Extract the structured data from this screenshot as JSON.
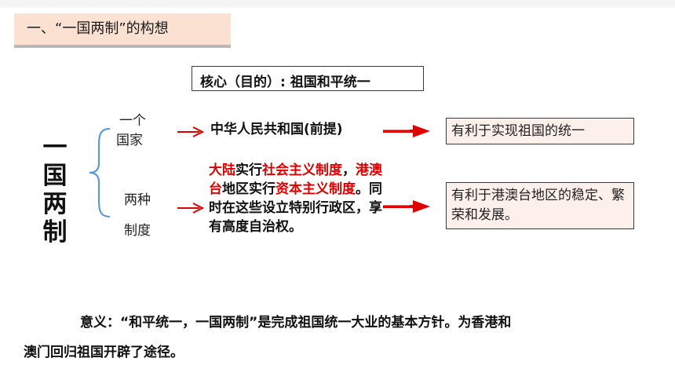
{
  "section": {
    "title": "一、“一国两制”的构想"
  },
  "core": {
    "text": "核心（目的）: 祖国和平统一"
  },
  "vertical_title": {
    "chars": [
      "一",
      "国",
      "两",
      "制"
    ]
  },
  "branches": {
    "country": {
      "line1": "一个",
      "line2": "国家"
    },
    "systems": {
      "line1": "两种",
      "line2": "制度"
    }
  },
  "premise": {
    "text": "中华人民共和国(前提)"
  },
  "policy": {
    "p1": "大陆",
    "p2": "实行",
    "p3": "社会主义制度",
    "p4": "，",
    "p5": "港澳台",
    "p6": "地区实行",
    "p7": "资本主义制度",
    "p8": "。同时在这些设立特别行政区，享有高度自治权。"
  },
  "results": {
    "r1": "有利于实现祖国的统一",
    "r2": "有利于港澳台地区的稳定、繁荣和发展。"
  },
  "meaning": {
    "line1": "意义：“和平统一，一国两制”是完成祖国统一大业的基本方针。为香港和",
    "line2": "澳门回归祖国开辟了途径。"
  },
  "colors": {
    "accent_red": "#e00000",
    "tab_fill": "#fbe1d2",
    "result_fill": "#fdf0ea",
    "brace_blue": "#5b9bd5"
  }
}
